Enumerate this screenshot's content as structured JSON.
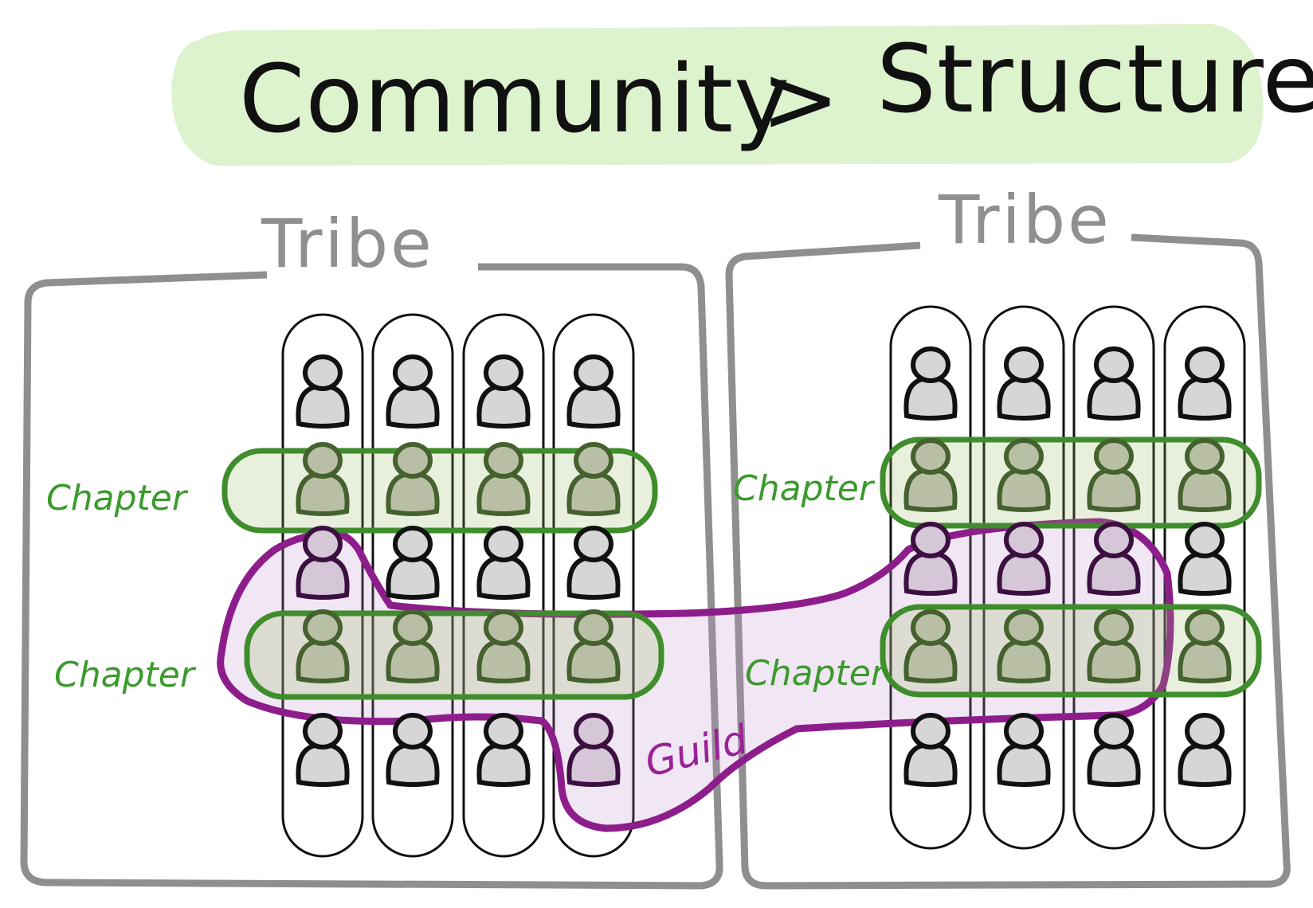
{
  "title": {
    "left": "Community",
    "separator": ">",
    "right": "Structure"
  },
  "tribes": [
    {
      "label": "Tribe",
      "chapter_labels": [
        "Chapter",
        "Chapter"
      ]
    },
    {
      "label": "Tribe",
      "chapter_labels": [
        "Chapter",
        "Chapter"
      ]
    }
  ],
  "guild": {
    "label": "Guild"
  },
  "colors": {
    "title_highlight": "#d9f2c9",
    "tribe": "#8f8f8f",
    "chapter": "#3f8d2c",
    "guild": "#8e1d8c",
    "person": "#d6d6d6"
  }
}
